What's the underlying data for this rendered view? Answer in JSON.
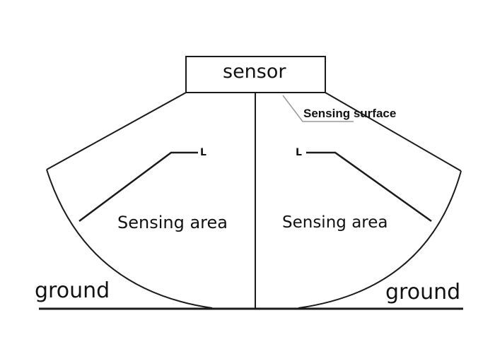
{
  "labels": {
    "sensor": "sensor",
    "sensing_surface": "Sensing surface",
    "sensing_area_left": "Sensing area",
    "sensing_area_right": "Sensing area",
    "ground_left": "ground",
    "ground_right": "ground",
    "l_left": "L",
    "l_right": "L"
  },
  "colors": {
    "stroke": "#1a1a1a",
    "leader": "#999999",
    "background": "#ffffff"
  }
}
